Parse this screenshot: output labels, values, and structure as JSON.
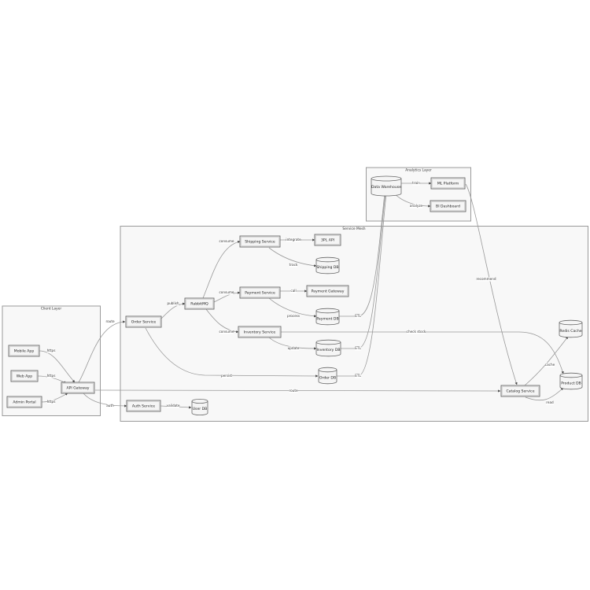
{
  "clusters": {
    "client": "Client Layer",
    "service": "Service Mesh",
    "analytics": "Analytics Layer"
  },
  "nodes": {
    "mobile": "Mobile App",
    "web": "Web App",
    "admin": "Admin Portal",
    "gateway": "API Gateway",
    "order_service": "Order Service",
    "rabbitmq": "RabbitMQ",
    "shipping_service": "Shipping Service",
    "tpl_api": "3PL API",
    "payment_service": "Payment Service",
    "payment_gateway": "Payment Gateway",
    "inventory_service": "Inventory Service",
    "auth_service": "Auth Service",
    "catalog_service": "Catalog Service",
    "warehouse": "Data Warehouse",
    "ml_platform": "ML Platform",
    "bi_dashboard": "BI Dashboard"
  },
  "databases": {
    "shipping_db": "Shipping DB",
    "payment_db": "Payment DB",
    "inventory_db": "Inventory DB",
    "order_db": "Order DB",
    "user_db": "User DB",
    "redis": "Redis Cache",
    "product_db": "Product DB"
  },
  "edges": {
    "https1": "https",
    "https2": "https",
    "https3": "https",
    "route_order": "route",
    "auth": "auth",
    "route_catalog": "route",
    "validate": "validate",
    "publish": "publish",
    "persist": "persist",
    "consume_ship": "consume",
    "consume_pay": "consume",
    "consume_inv": "consume",
    "integrate": "integrate",
    "track": "track",
    "call": "call",
    "process": "process",
    "update": "update",
    "check_stock": "check stock",
    "etl_pay": "ETL",
    "etl_inv": "ETL",
    "etl_order": "ETL",
    "train": "train",
    "analyze": "analyze",
    "recommend": "recommend",
    "cache": "cache",
    "read": "read"
  }
}
